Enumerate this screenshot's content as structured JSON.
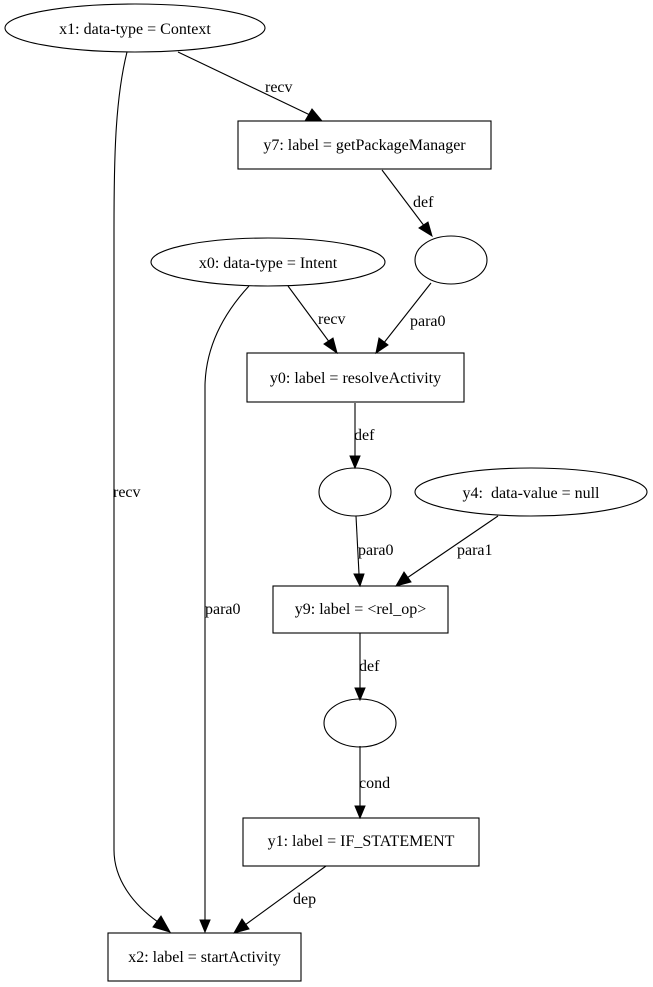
{
  "nodes": {
    "x1": {
      "label": "x1: data-type = Context"
    },
    "y7": {
      "label": "y7: label = getPackageManager"
    },
    "n_def1": {
      "label": ""
    },
    "x0": {
      "label": "x0: data-type = Intent"
    },
    "y0": {
      "label": "y0: label = resolveActivity"
    },
    "n_def2": {
      "label": ""
    },
    "y4": {
      "label": "y4:  data-value = null"
    },
    "y9": {
      "label": "y9: label = <rel_op>"
    },
    "n_def3": {
      "label": ""
    },
    "y1": {
      "label": "y1: label = IF_STATEMENT"
    },
    "x2": {
      "label": "x2: label = startActivity"
    }
  },
  "edges": {
    "x1_y7": {
      "label": "recv"
    },
    "x1_x2": {
      "label": "recv"
    },
    "y7_def1": {
      "label": "def"
    },
    "def1_y0": {
      "label": "para0"
    },
    "x0_y0": {
      "label": "recv"
    },
    "x0_x2": {
      "label": "para0"
    },
    "y0_def2": {
      "label": "def"
    },
    "def2_y9": {
      "label": "para0"
    },
    "y4_y9": {
      "label": "para1"
    },
    "y9_def3": {
      "label": "def"
    },
    "def3_y1": {
      "label": "cond"
    },
    "y1_x2": {
      "label": "dep"
    }
  }
}
